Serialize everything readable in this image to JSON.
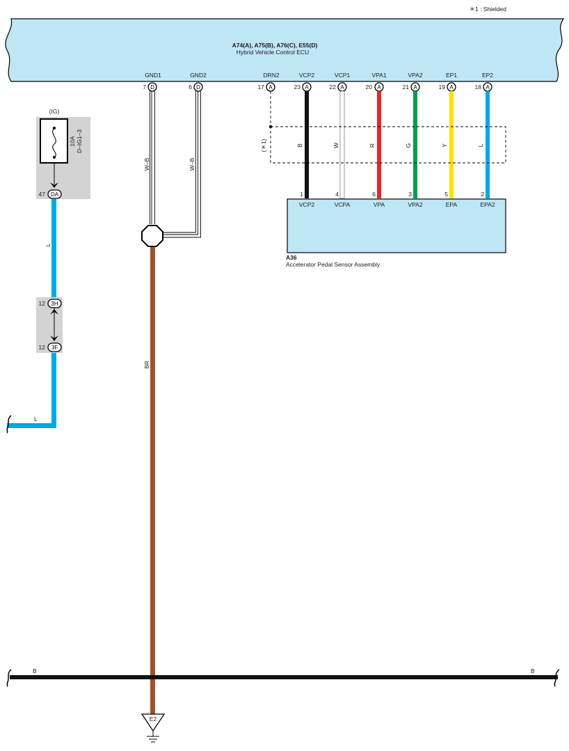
{
  "note": "＊1 : Shielded",
  "ecu": {
    "title": "A74(A), A75(B), A76(C), E55(D)",
    "subtitle": "Hybrid Vehicle Control ECU"
  },
  "ecu_pins": [
    {
      "name": "GND1",
      "pin": "7",
      "conn": "D"
    },
    {
      "name": "GND2",
      "pin": "6",
      "conn": "D"
    },
    {
      "name": "DRN2",
      "pin": "17",
      "conn": "A"
    },
    {
      "name": "VCP2",
      "pin": "23",
      "conn": "A"
    },
    {
      "name": "VCP1",
      "pin": "22",
      "conn": "A"
    },
    {
      "name": "VPA1",
      "pin": "20",
      "conn": "A"
    },
    {
      "name": "VPA2",
      "pin": "21",
      "conn": "A"
    },
    {
      "name": "EP1",
      "pin": "19",
      "conn": "A"
    },
    {
      "name": "EP2",
      "pin": "18",
      "conn": "A"
    }
  ],
  "wires": [
    {
      "color_code": "B",
      "hex": "#111111"
    },
    {
      "color_code": "W",
      "hex": "#ffffff"
    },
    {
      "color_code": "R",
      "hex": "#e8262b"
    },
    {
      "color_code": "G",
      "hex": "#00a04a"
    },
    {
      "color_code": "Y",
      "hex": "#ffe000"
    },
    {
      "color_code": "L",
      "hex": "#00a9e8"
    }
  ],
  "shield_label": "(＊1)",
  "sensor": {
    "id": "A36",
    "name": "Accelerator Pedal Sensor Assembly",
    "pins": [
      {
        "pin": "1",
        "name": "VCP2"
      },
      {
        "pin": "4",
        "name": "VCPA"
      },
      {
        "pin": "6",
        "name": "VPA"
      },
      {
        "pin": "3",
        "name": "VPA2"
      },
      {
        "pin": "5",
        "name": "EPA"
      },
      {
        "pin": "2",
        "name": "EPA2"
      }
    ]
  },
  "fuse": {
    "supply": "(IG)",
    "rating": "10A",
    "name": "D–IG1–3",
    "connector_pin": "47",
    "connector": "DA"
  },
  "junction": {
    "top_pin": "12",
    "top_conn": "3H",
    "bottom_pin": "12",
    "bottom_conn": "3F"
  },
  "wire_labels": {
    "supply_upper": "L",
    "supply_lower": "L",
    "gnd1": "W–B",
    "gnd2": "W–B",
    "ground": "BR",
    "bus_left": "B",
    "bus_right": "B"
  },
  "ground_point": "E2",
  "colors": {
    "ecu_fill": "#bfe6f5",
    "brown": "#a0522d",
    "blue": "#00a9e8",
    "grey_box": "#d3d3d3"
  }
}
